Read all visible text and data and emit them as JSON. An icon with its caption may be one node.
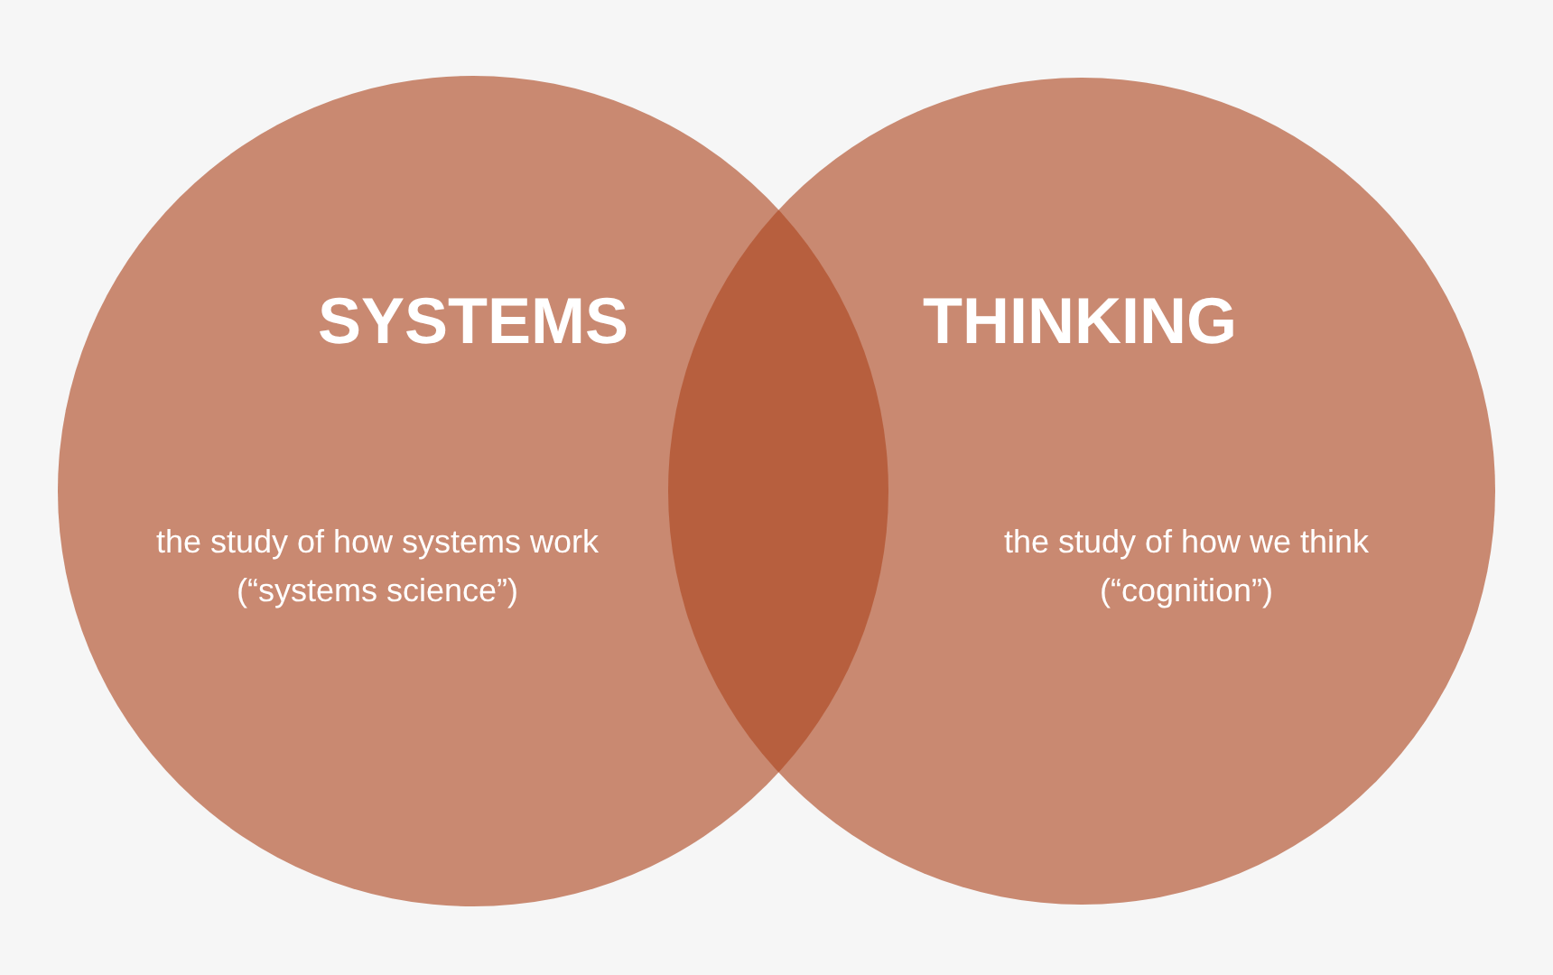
{
  "diagram": {
    "nodes": [
      {
        "text": [
          "SYSTEMS",
          "the study of how systems work (“systems science”)"
        ]
      },
      {
        "text": [
          "THINKING",
          "the study of how we think (“cognition”)"
        ]
      }
    ]
  }
}
